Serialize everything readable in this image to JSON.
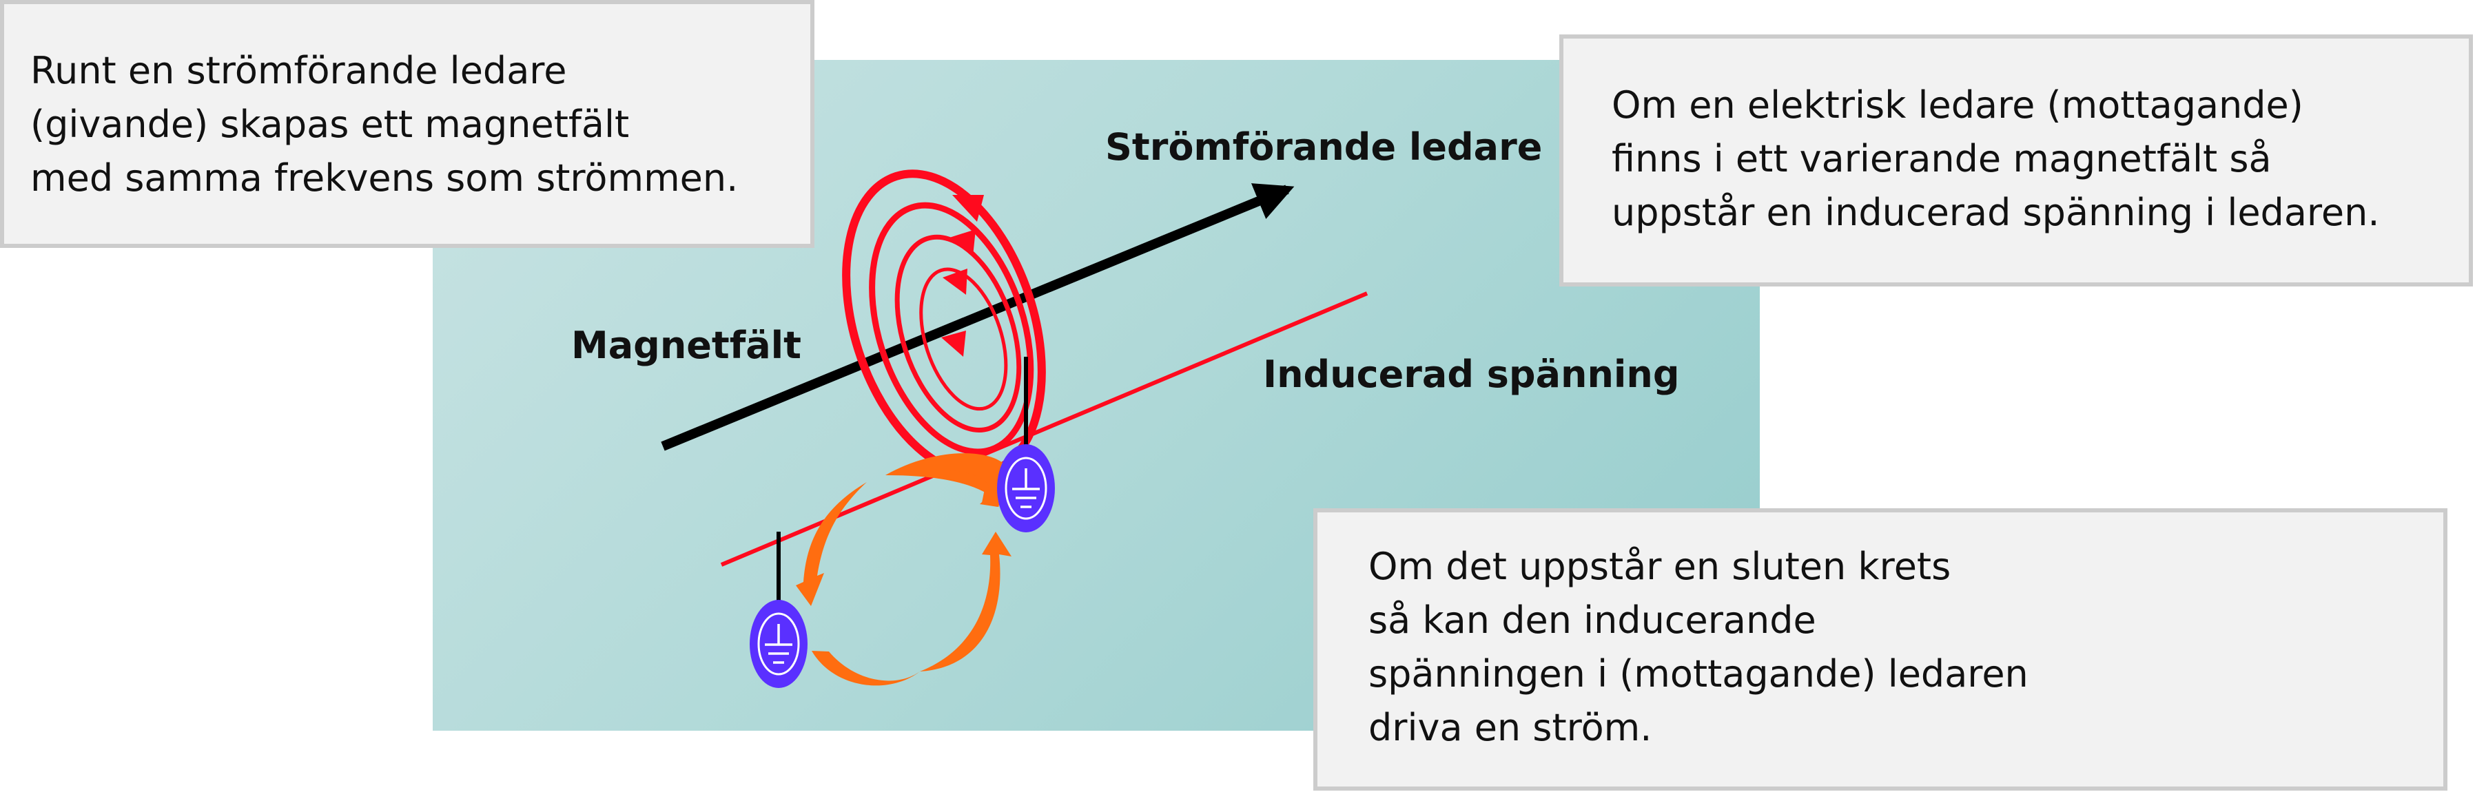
{
  "colors": {
    "panel": "#b0d9d8",
    "conductor": "#000000",
    "field": "#ff0a1e",
    "induced_line": "#ff0a1e",
    "current_arrows": "#ff6d10",
    "ground": "#5a30ff"
  },
  "labels": {
    "conductor": "Strömförande ledare",
    "field": "Magnetfält",
    "induced": "Inducerad spänning"
  },
  "boxes": {
    "giving": [
      "Runt en strömförande ledare",
      "(givande) skapas ett magnetfält",
      "med samma frekvens som strömmen."
    ],
    "receiving": [
      "Om en elektrisk ledare (mottagande)",
      "finns i ett varierande magnetfält så",
      "uppstår en inducerad spänning i ledaren."
    ],
    "circuit": [
      "Om det uppstår en sluten krets",
      "så kan den inducerande",
      "spänningen i (mottagande) ledaren",
      "driva en ström."
    ]
  },
  "icons": {
    "ground_left": "ground-symbol-icon",
    "ground_right": "ground-symbol-icon"
  }
}
